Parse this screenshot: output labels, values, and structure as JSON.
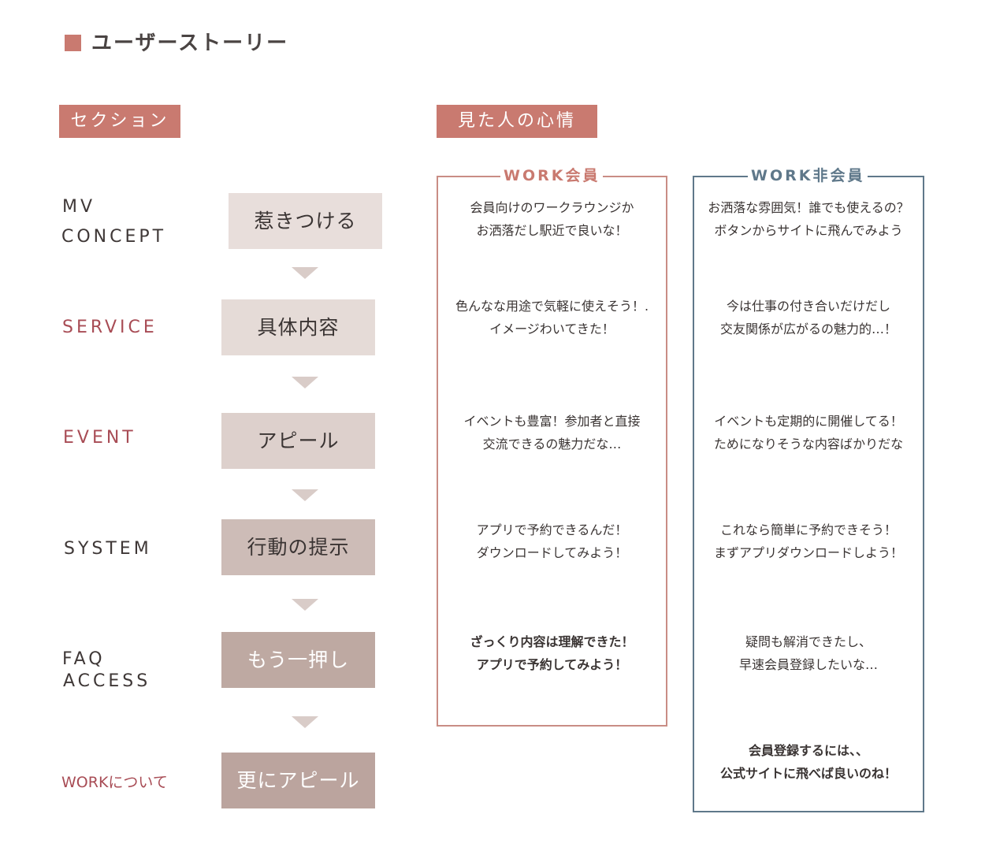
{
  "page": {
    "title": "ユーザーストーリー",
    "section_tag": "セクション",
    "feeling_tag": "見た人の心情"
  },
  "sections": [
    {
      "label_lines": [
        "MV",
        "CONCEPT"
      ],
      "step": "惹きつける"
    },
    {
      "label_lines": [
        "SERVICE"
      ],
      "step": "具体内容"
    },
    {
      "label_lines": [
        "EVENT"
      ],
      "step": "アピール"
    },
    {
      "label_lines": [
        "SYSTEM"
      ],
      "step": "行動の提示"
    },
    {
      "label_lines": [
        "FAQ",
        "ACCESS"
      ],
      "step": "もう一押し"
    },
    {
      "label_lines": [
        "WORKについて"
      ],
      "step": "更にアピール"
    }
  ],
  "personas": {
    "member": {
      "title": "WORK会員",
      "color": "#c97a70",
      "quotes": [
        [
          "会員向けのワークラウンジか",
          "お洒落だし駅近で良いな！"
        ],
        [
          "色んなな用途で気軽に使えそう！.",
          "イメージわいてきた！"
        ],
        [
          "イベントも豊富！参加者と直接",
          "交流できるの魅力だな…"
        ],
        [
          "アプリで予約できるんだ！",
          "ダウンロードしてみよう！"
        ],
        [
          "ざっくり内容は理解できた！",
          "アプリで予約してみよう！"
        ]
      ]
    },
    "guest": {
      "title": "WORK非会員",
      "color": "#5f788a",
      "quotes": [
        [
          "お洒落な雰囲気！誰でも使えるの？",
          "ボタンからサイトに飛んでみよう"
        ],
        [
          "今は仕事の付き合いだけだし",
          "交友関係が広がるの魅力的…！"
        ],
        [
          "イベントも定期的に開催してる！",
          "ためになりそうな内容ばかりだな"
        ],
        [
          "これなら簡単に予約できそう！",
          "まずアプリダウンロードしよう！"
        ],
        [
          "疑問も解消できたし、",
          "早速会員登録したいな…"
        ],
        [
          "会員登録するには、、",
          "公式サイトに飛べば良いのね！"
        ]
      ]
    }
  },
  "colors": {
    "accent": "#c97a70",
    "section_red": "#a84c55",
    "member_border": "#c98d85",
    "guest_border": "#5f788a",
    "arrow": "#d9ccc8"
  }
}
